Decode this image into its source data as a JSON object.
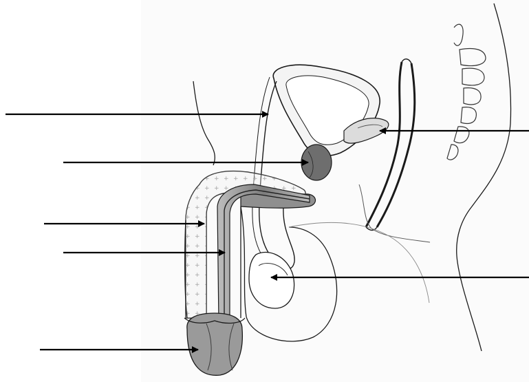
{
  "diagram": {
    "background_color": "#ffffff",
    "line_color": "#1a1a1a",
    "shading_color": "#8c8c8c",
    "pointer_color": "#000000",
    "pointer_count": 7,
    "pointers": [
      {
        "side": "left",
        "labeled": false
      },
      {
        "side": "left",
        "labeled": false
      },
      {
        "side": "left",
        "labeled": false
      },
      {
        "side": "left",
        "labeled": false
      },
      {
        "side": "left",
        "labeled": false
      },
      {
        "side": "right",
        "labeled": false
      },
      {
        "side": "right",
        "labeled": false
      }
    ]
  }
}
